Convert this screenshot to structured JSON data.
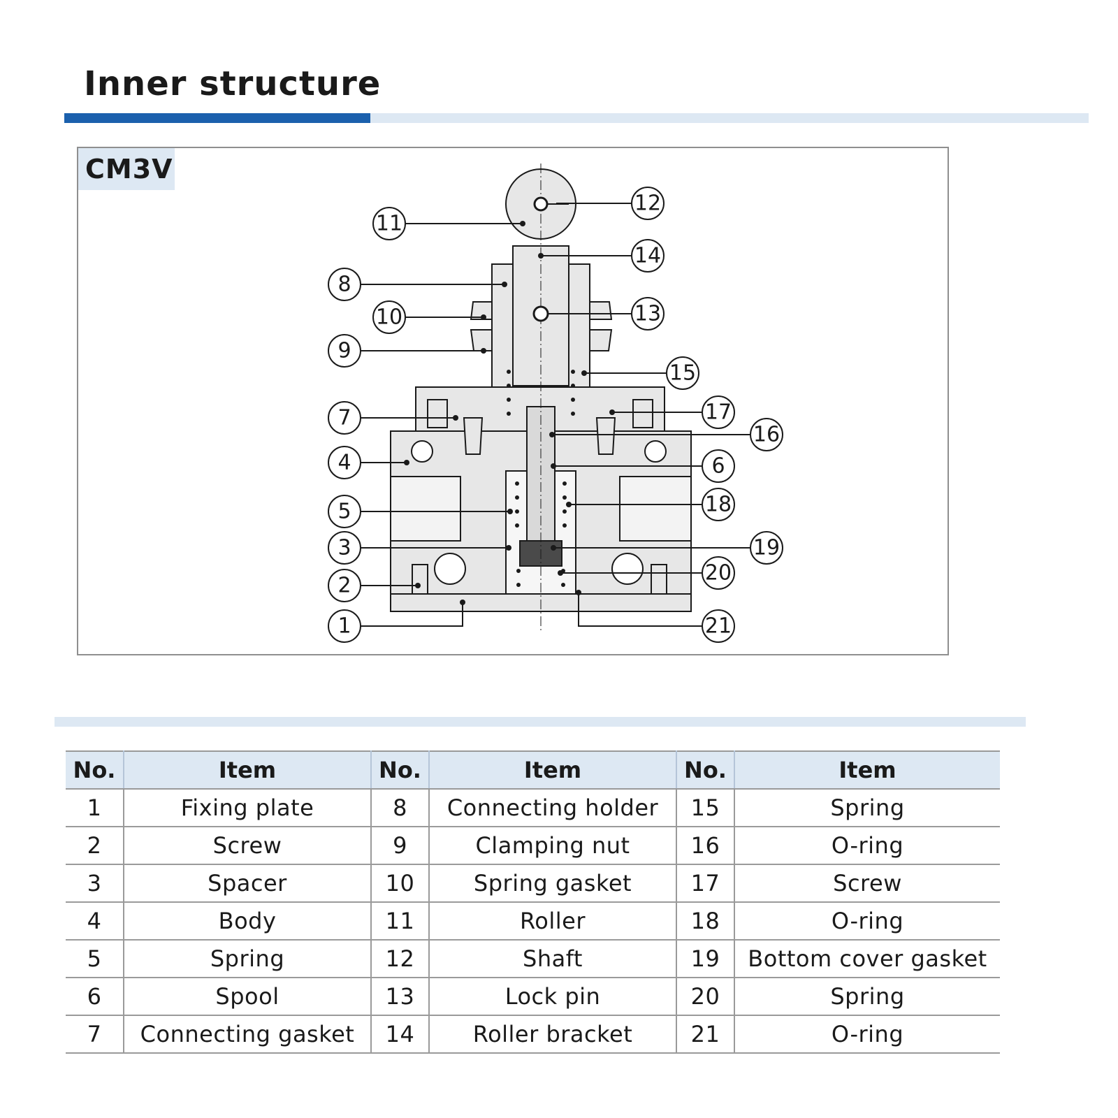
{
  "header": {
    "title": "Inner structure"
  },
  "diagram": {
    "model": "CM3V",
    "callouts": [
      "1",
      "2",
      "3",
      "4",
      "5",
      "6",
      "7",
      "8",
      "9",
      "10",
      "11",
      "12",
      "13",
      "14",
      "15",
      "16",
      "17",
      "18",
      "19",
      "20",
      "21"
    ]
  },
  "table": {
    "headers": {
      "no": "No.",
      "item": "Item"
    },
    "rows": [
      [
        {
          "no": "1",
          "item": "Fixing plate"
        },
        {
          "no": "8",
          "item": "Connecting holder"
        },
        {
          "no": "15",
          "item": "Spring"
        }
      ],
      [
        {
          "no": "2",
          "item": "Screw"
        },
        {
          "no": "9",
          "item": "Clamping nut"
        },
        {
          "no": "16",
          "item": "O-ring"
        }
      ],
      [
        {
          "no": "3",
          "item": "Spacer"
        },
        {
          "no": "10",
          "item": "Spring gasket"
        },
        {
          "no": "17",
          "item": "Screw"
        }
      ],
      [
        {
          "no": "4",
          "item": "Body"
        },
        {
          "no": "11",
          "item": "Roller"
        },
        {
          "no": "18",
          "item": "O-ring"
        }
      ],
      [
        {
          "no": "5",
          "item": "Spring"
        },
        {
          "no": "12",
          "item": "Shaft"
        },
        {
          "no": "19",
          "item": "Bottom cover gasket"
        }
      ],
      [
        {
          "no": "6",
          "item": "Spool"
        },
        {
          "no": "13",
          "item": "Lock pin"
        },
        {
          "no": "20",
          "item": "Spring"
        }
      ],
      [
        {
          "no": "7",
          "item": "Connecting gasket"
        },
        {
          "no": "14",
          "item": "Roller bracket"
        },
        {
          "no": "21",
          "item": "O-ring"
        }
      ]
    ]
  },
  "colors": {
    "accent": "#1b60ad",
    "band": "#dde8f3",
    "part_fill": "#e7e7e7",
    "line": "#1a1a1a"
  }
}
